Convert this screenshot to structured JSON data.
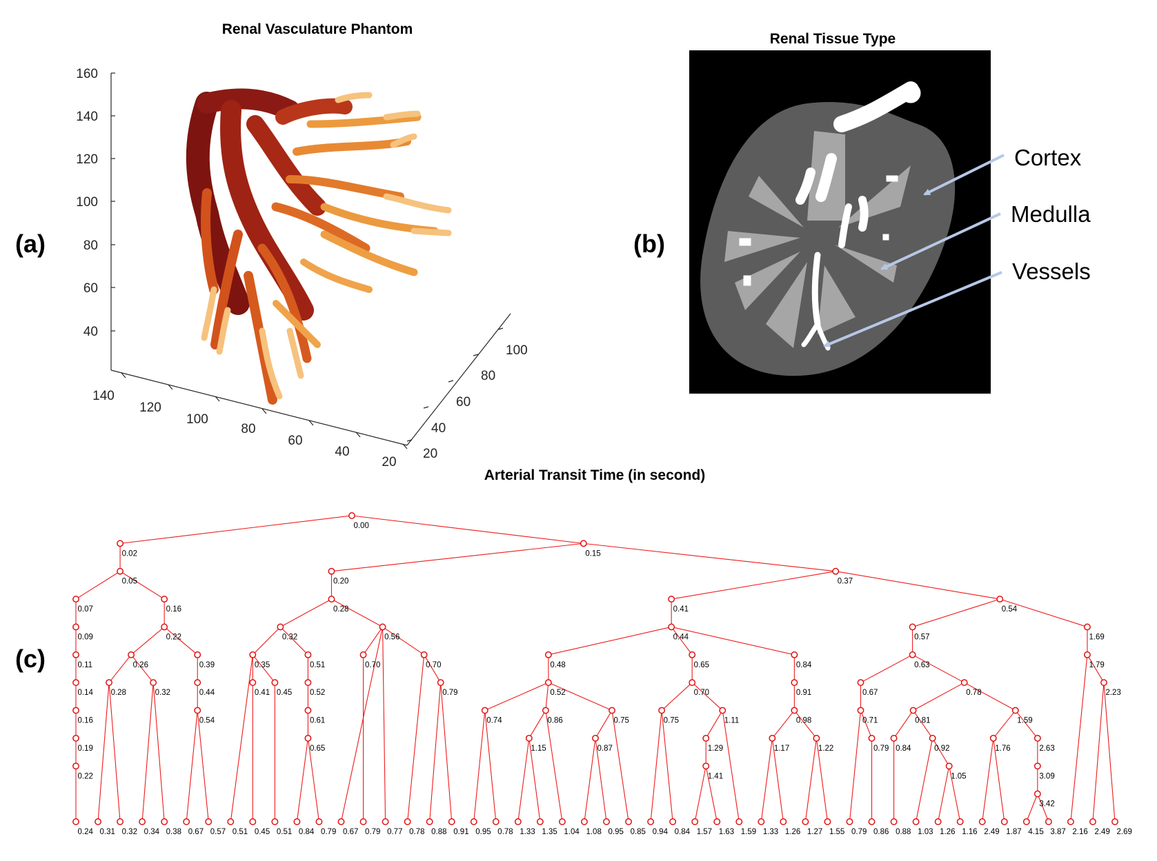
{
  "panel_labels": {
    "a": "(a)",
    "b": "(b)",
    "c": "(c)"
  },
  "panel_a": {
    "title": "Renal Vasculature Phantom",
    "z_ticks": [
      "160",
      "140",
      "120",
      "100",
      "80",
      "60",
      "40"
    ],
    "x_ticks": [
      "140",
      "120",
      "100",
      "80",
      "60",
      "40",
      "20"
    ],
    "y_ticks": [
      "100",
      "80",
      "60",
      "40",
      "20"
    ],
    "colors": {
      "dark": "#8b1a14",
      "mid": "#d2521c",
      "light": "#f6c27d"
    }
  },
  "panel_b": {
    "title": "Renal Tissue Type",
    "labels": {
      "cortex": "Cortex",
      "medulla": "Medulla",
      "vessels": "Vessels"
    },
    "colors": {
      "background": "#000000",
      "cortex": "#5c5c5c",
      "medulla": "#a6a6a6",
      "vessels": "#ffffff",
      "arrow": "#b7c7e6"
    }
  },
  "panel_c": {
    "title": "Arterial Transit Time (in second)",
    "colors": {
      "edge": "#ee1a1a",
      "node": "#e01010"
    },
    "tree": [
      [
        "0.00",
        [
          [
            "0.02",
            [
              [
                "0.05",
                [
                  [
                    "0.07",
                    [
                      [
                        "0.09",
                        [
                          [
                            "0.11",
                            [
                              [
                                "0.14",
                                [
                                  [
                                    "0.16",
                                    [
                                      [
                                        "0.19",
                                        [
                                          [
                                            "0.22",
                                            [
                                              [
                                                "0.24"
                                              ]
                                            ]
                                          ]
                                        ]
                                      ]
                                    ]
                                  ]
                                ]
                              ]
                            ]
                          ]
                        ]
                      ]
                    ]
                  ],
                  [
                    "0.16",
                    [
                      [
                        "0.22",
                        [
                          [
                            "0.26",
                            [
                              [
                                "0.28",
                                [
                                  [
                                    "0.31"
                                  ],
                                  [
                                    "0.32"
                                  ]
                                ]
                              ],
                              [
                                "0.32",
                                [
                                  [
                                    "0.34"
                                  ],
                                  [
                                    "0.38"
                                  ]
                                ]
                              ]
                            ]
                          ],
                          [
                            "0.39",
                            [
                              [
                                "0.44",
                                [
                                  [
                                    "0.54",
                                    [
                                      [
                                        "0.67"
                                      ],
                                      [
                                        "0.57"
                                      ]
                                    ]
                                  ]
                                ]
                              ]
                            ]
                          ]
                        ]
                      ]
                    ]
                  ]
                ]
              ]
            ]
          ],
          [
            "0.15",
            [
              [
                "0.20",
                [
                  [
                    "0.28",
                    [
                      [
                        "0.32",
                        [
                          [
                            "0.35",
                            [
                              [
                                "0.51"
                              ],
                              [
                                "0.41",
                                [
                                  [
                                    "0.45"
                                  ]
                                ]
                              ],
                              [
                                "0.45",
                                [
                                  [
                                    "0.51"
                                  ]
                                ]
                              ]
                            ]
                          ],
                          [
                            "0.51",
                            [
                              [
                                "0.52",
                                [
                                  [
                                    "0.61",
                                    [
                                      [
                                        "0.65",
                                        [
                                          [
                                            "0.84"
                                          ],
                                          [
                                            "0.79"
                                          ]
                                        ]
                                      ]
                                    ]
                                  ]
                                ]
                              ]
                            ]
                          ]
                        ]
                      ],
                      [
                        "0.56",
                        [
                          [
                            "0.67"
                          ],
                          [
                            "0.70",
                            [
                              [
                                "0.79"
                              ]
                            ]
                          ],
                          [
                            "0.77"
                          ],
                          [
                            "0.70",
                            [
                              [
                                "0.78"
                              ],
                              [
                                "0.79",
                                [
                                  [
                                    "0.88"
                                  ],
                                  [
                                    "0.91"
                                  ]
                                ]
                              ]
                            ]
                          ]
                        ]
                      ]
                    ]
                  ]
                ]
              ],
              [
                "0.37",
                [
                  [
                    "0.41",
                    [
                      [
                        "0.44",
                        [
                          [
                            "0.48",
                            [
                              [
                                "0.52",
                                [
                                  [
                                    "0.74",
                                    [
                                      [
                                        "0.95"
                                      ],
                                      [
                                        "0.78"
                                      ]
                                    ]
                                  ],
                                  [
                                    "0.86",
                                    [
                                      [
                                        "1.15",
                                        [
                                          [
                                            "1.33"
                                          ],
                                          [
                                            "1.35"
                                          ]
                                        ]
                                      ],
                                      [
                                        "1.04"
                                      ]
                                    ]
                                  ],
                                  [
                                    "0.75",
                                    [
                                      [
                                        "0.87",
                                        [
                                          [
                                            "1.08"
                                          ],
                                          [
                                            "0.95"
                                          ]
                                        ]
                                      ],
                                      [
                                        "0.85"
                                      ]
                                    ]
                                  ]
                                ]
                              ]
                            ]
                          ],
                          [
                            "0.65",
                            [
                              [
                                "0.70",
                                [
                                  [
                                    "0.75",
                                    [
                                      [
                                        "0.94"
                                      ],
                                      [
                                        "0.84"
                                      ]
                                    ]
                                  ],
                                  [
                                    "1.11",
                                    [
                                      [
                                        "1.29",
                                        [
                                          [
                                            "1.41",
                                            [
                                              [
                                                "1.57"
                                              ],
                                              [
                                                "1.63"
                                              ]
                                            ]
                                          ]
                                        ]
                                      ],
                                      [
                                        "1.59"
                                      ]
                                    ]
                                  ]
                                ]
                              ]
                            ]
                          ],
                          [
                            "0.84",
                            [
                              [
                                "0.91",
                                [
                                  [
                                    "0.98",
                                    [
                                      [
                                        "1.17",
                                        [
                                          [
                                            "1.33"
                                          ],
                                          [
                                            "1.26"
                                          ]
                                        ]
                                      ],
                                      [
                                        "1.22",
                                        [
                                          [
                                            "1.27"
                                          ],
                                          [
                                            "1.55"
                                          ]
                                        ]
                                      ]
                                    ]
                                  ]
                                ]
                              ]
                            ]
                          ]
                        ]
                      ]
                    ]
                  ],
                  [
                    "0.54",
                    [
                      [
                        "0.57",
                        [
                          [
                            "0.63",
                            [
                              [
                                "0.67",
                                [
                                  [
                                    "0.71",
                                    [
                                      [
                                        "0.79"
                                      ],
                                      [
                                        "0.79",
                                        [
                                          [
                                            "0.86"
                                          ]
                                        ]
                                      ]
                                    ]
                                  ]
                                ]
                              ],
                              [
                                "0.78",
                                [
                                  [
                                    "0.81",
                                    [
                                      [
                                        "0.84",
                                        [
                                          [
                                            "0.88"
                                          ]
                                        ]
                                      ],
                                      [
                                        "0.92",
                                        [
                                          [
                                            "1.03"
                                          ],
                                          [
                                            "1.05",
                                            [
                                              [
                                                "1.26"
                                              ],
                                              [
                                                "1.16"
                                              ]
                                            ]
                                          ]
                                        ]
                                      ]
                                    ]
                                  ],
                                  [
                                    "1.59",
                                    [
                                      [
                                        "1.76",
                                        [
                                          [
                                            "2.49"
                                          ],
                                          [
                                            "1.87"
                                          ]
                                        ]
                                      ],
                                      [
                                        "2.63",
                                        [
                                          [
                                            "3.09",
                                            [
                                              [
                                                "3.42",
                                                [
                                                  [
                                                    "4.15"
                                                  ],
                                                  [
                                                    "3.87"
                                                  ]
                                                ]
                                              ]
                                            ]
                                          ]
                                        ]
                                      ]
                                    ]
                                  ]
                                ]
                              ]
                            ]
                          ]
                        ]
                      ],
                      [
                        "1.69",
                        [
                          [
                            "1.79",
                            [
                              [
                                "2.16"
                              ],
                              [
                                "2.23",
                                [
                                  [
                                    "2.49"
                                  ],
                                  [
                                    "2.69"
                                  ]
                                ]
                              ]
                            ]
                          ]
                        ]
                      ]
                    ]
                  ]
                ]
              ]
            ]
          ]
        ]
      ]
    ]
  }
}
